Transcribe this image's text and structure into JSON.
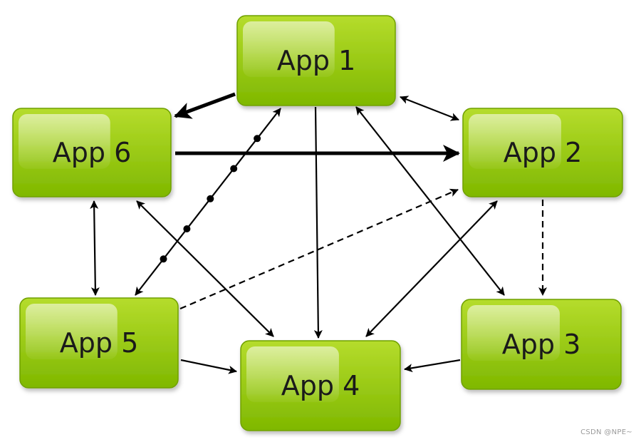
{
  "nodes": [
    {
      "id": "app1",
      "label": "App 1"
    },
    {
      "id": "app2",
      "label": "App 2"
    },
    {
      "id": "app3",
      "label": "App 3"
    },
    {
      "id": "app4",
      "label": "App 4"
    },
    {
      "id": "app5",
      "label": "App 5"
    },
    {
      "id": "app6",
      "label": "App 6"
    }
  ],
  "edges": [
    {
      "from": "app1",
      "to": "app6",
      "style": "bold"
    },
    {
      "from": "app6",
      "to": "app2",
      "style": "bold"
    },
    {
      "from": "app1",
      "to": "app2",
      "style": "solid",
      "bidirectional": true
    },
    {
      "from": "app1",
      "to": "app4",
      "style": "solid"
    },
    {
      "from": "app1",
      "to": "app3",
      "style": "solid",
      "bidirectional": true
    },
    {
      "from": "app1",
      "to": "app5",
      "style": "dotted",
      "bidirectional": true
    },
    {
      "from": "app6",
      "to": "app5",
      "style": "solid",
      "bidirectional": true
    },
    {
      "from": "app6",
      "to": "app4",
      "style": "solid",
      "bidirectional": true
    },
    {
      "from": "app5",
      "to": "app2",
      "style": "dashed"
    },
    {
      "from": "app2",
      "to": "app3",
      "style": "dashed"
    },
    {
      "from": "app2",
      "to": "app4",
      "style": "solid",
      "bidirectional": true
    },
    {
      "from": "app5",
      "to": "app4",
      "style": "solid"
    },
    {
      "from": "app3",
      "to": "app4",
      "style": "solid"
    }
  ],
  "colors": {
    "node_fill_top": "#b5dc2c",
    "node_fill_bottom": "#7fb800",
    "node_highlight": "#d8f080",
    "edge": "#000000"
  },
  "watermark": "CSDN @NPE~"
}
